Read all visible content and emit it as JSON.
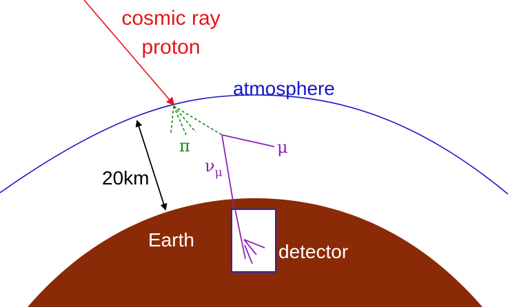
{
  "labels": {
    "cosmic_ray_line1": "cosmic ray",
    "cosmic_ray_line2": "proton",
    "atmosphere": "atmosphere",
    "pion": "π",
    "muon": "μ",
    "neutrino_base": "ν",
    "neutrino_sub": "μ",
    "distance": "20km",
    "earth": "Earth",
    "detector": "detector"
  },
  "colors": {
    "cosmic_ray": "#e8141b",
    "atmosphere": "#1616c8",
    "pion": "#0f8a0f",
    "muon": "#8e1fb5",
    "earth": "#8b2a06",
    "detector_box": "#2323c8",
    "distance_arrow": "#000000",
    "earth_text": "#ffffff"
  }
}
